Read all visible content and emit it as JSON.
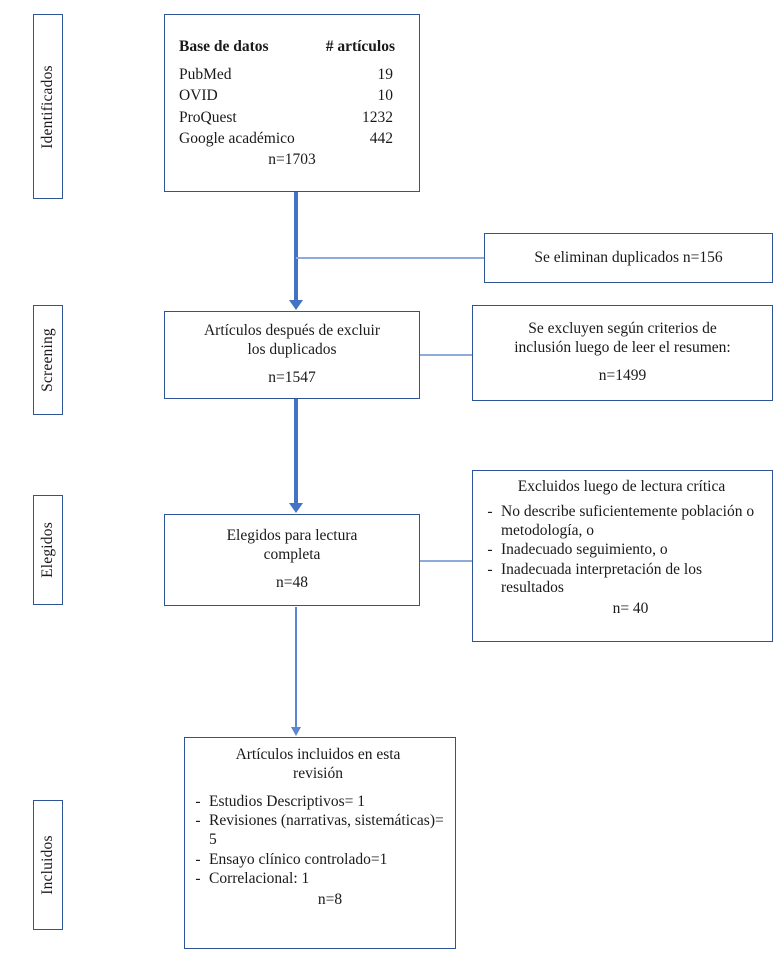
{
  "diagram": {
    "title": "PRISMA flow diagram",
    "colors": {
      "box_border": "#2f5496",
      "arrow": "#4472c4",
      "connector": "#8faadc",
      "text": "#1a1a1a",
      "background": "#ffffff"
    }
  },
  "stages": [
    {
      "id": "identificados",
      "label": "Identificados"
    },
    {
      "id": "screening",
      "label": "Screening"
    },
    {
      "id": "elegidos",
      "label": "Elegidos"
    },
    {
      "id": "incluidos",
      "label": "Incluidos"
    }
  ],
  "identification_box": {
    "headers": {
      "source": "Base de datos",
      "count": "# artículos"
    },
    "rows": [
      {
        "source": "PubMed",
        "count": "19"
      },
      {
        "source": "OVID",
        "count": "10"
      },
      {
        "source": "ProQuest",
        "count": "1232"
      },
      {
        "source": "Google académico",
        "count": "442"
      }
    ],
    "total": "n=1703"
  },
  "duplicates_box": {
    "text": "Se eliminan duplicados n=156"
  },
  "screening_box": {
    "line1": "Artículos después de excluir",
    "line2": "los duplicados",
    "total": "n=1547"
  },
  "screening_excluded_box": {
    "line1": "Se excluyen según criterios de",
    "line2": "inclusión luego de leer el resumen:",
    "total": "n=1499"
  },
  "eligibility_box": {
    "line1": "Elegidos para lectura",
    "line2": "completa",
    "total": "n=48"
  },
  "eligibility_excluded_box": {
    "heading": "Excluidos luego de lectura crítica",
    "items": [
      "No describe suficientemente población o metodología, o",
      "Inadecuado seguimiento, o",
      "Inadecuada interpretación de los resultados"
    ],
    "bullet": "-",
    "total": "n= 40"
  },
  "included_box": {
    "line1": "Artículos incluidos en esta",
    "line2": "revisión",
    "bullet": "-",
    "items": [
      "Estudios Descriptivos= 1",
      "Revisiones (narrativas, sistemáticas)= 5",
      "Ensayo clínico controlado=1",
      "Correlacional: 1"
    ],
    "total": "n=8"
  }
}
